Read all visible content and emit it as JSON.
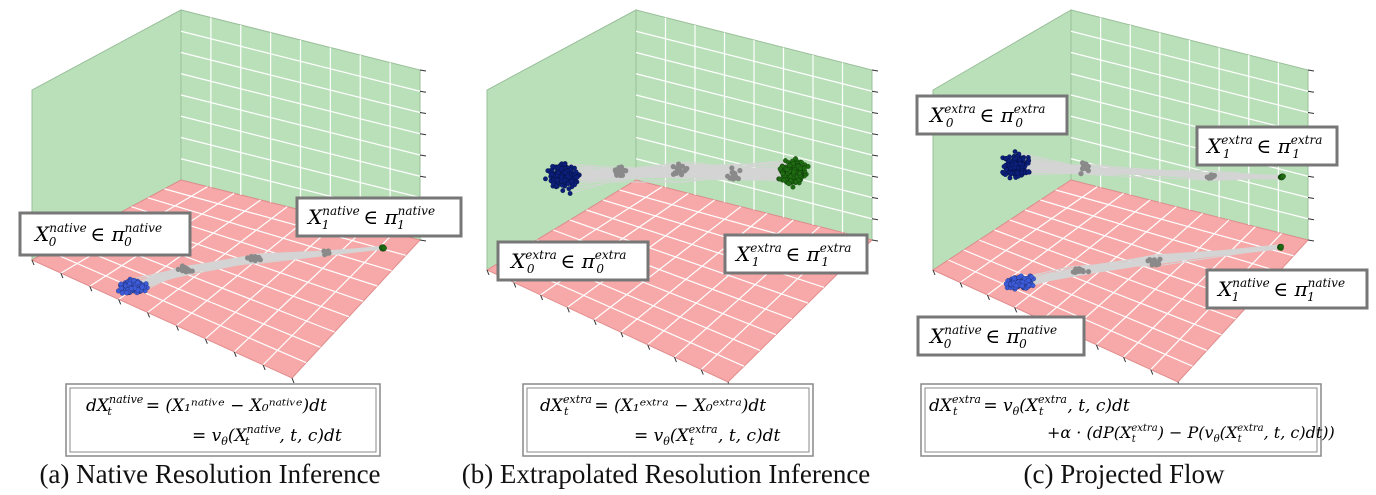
{
  "panels": [
    {
      "caption": "(a) Native Resolution Inference",
      "labels": {
        "x0": {
          "base": "X",
          "sup": "native",
          "sub": "0",
          "pi_sup": "native",
          "pi_sub": "0"
        },
        "x1": {
          "base": "X",
          "sup": "native",
          "sub": "1",
          "pi_sup": "native",
          "pi_sub": "1"
        }
      },
      "equation": {
        "line1_lhs": "dX",
        "line1_lhs_sup": "native",
        "line1_lhs_sub": "t",
        "line1": "= (X₁ⁿᵃᵗⁱᵛᵉ − X₀ⁿᵃᵗⁱᵛᵉ)dt",
        "line2": "= v",
        "line2_theta": "θ",
        "line2_rest": "(X",
        "line2_sup": "native",
        "line2_sub": "t",
        "line2_tail": ", t, c)dt"
      }
    },
    {
      "caption": "(b) Extrapolated Resolution Inference",
      "labels": {
        "x0": {
          "base": "X",
          "sup": "extra",
          "sub": "0",
          "pi_sup": "extra",
          "pi_sub": "0"
        },
        "x1": {
          "base": "X",
          "sup": "extra",
          "sub": "1",
          "pi_sup": "extra",
          "pi_sub": "1"
        }
      },
      "equation": {
        "line1_lhs": "dX",
        "line1_lhs_sup": "extra",
        "line1_lhs_sub": "t",
        "line1": "= (X₁ᵉˣᵗʳᵃ − X₀ᵉˣᵗʳᵃ)dt",
        "line2": "= v",
        "line2_theta": "θ",
        "line2_rest": "(X",
        "line2_sup": "extra",
        "line2_sub": "t",
        "line2_tail": ", t, c)dt"
      }
    },
    {
      "caption": "(c) Projected Flow",
      "labels": {
        "x0e": {
          "base": "X",
          "sup": "extra",
          "sub": "0",
          "pi_sup": "extra",
          "pi_sub": "0"
        },
        "x1e": {
          "base": "X",
          "sup": "extra",
          "sub": "1",
          "pi_sup": "extra",
          "pi_sub": "1"
        },
        "x1n": {
          "base": "X",
          "sup": "native",
          "sub": "1",
          "pi_sup": "native",
          "pi_sub": "1"
        },
        "x0n": {
          "base": "X",
          "sup": "native",
          "sub": "0",
          "pi_sup": "native",
          "pi_sub": "0"
        }
      },
      "equation": {
        "line1_lhs": "dX",
        "line1_lhs_sup": "extra",
        "line1_lhs_sub": "t",
        "line1": "= v",
        "line1_theta": "θ",
        "line1_rest": "(X",
        "line1_sup": "extra",
        "line1_sub": "t",
        "line1_tail": ", t, c)dt",
        "line2": "+α · (dP(X",
        "line2_sup": "extra",
        "line2_sub": "t",
        "line2_mid": ") − P(v",
        "line2_theta": "θ",
        "line2_mid2": "(X",
        "line2_sup2": "extra",
        "line2_sub2": "t",
        "line2_tail": ", t, c)dt))"
      }
    }
  ],
  "colors": {
    "wall": "#b9e0b9",
    "floor": "#f7a8a8",
    "grid": "#ffffff",
    "native_source": "#3d5bd9",
    "extra_source": "#0b1f7a",
    "target": "#1e6b12",
    "intermediate": "#8a8a8a",
    "flow_line": "#d4d4d4",
    "box_border": "#777777"
  }
}
